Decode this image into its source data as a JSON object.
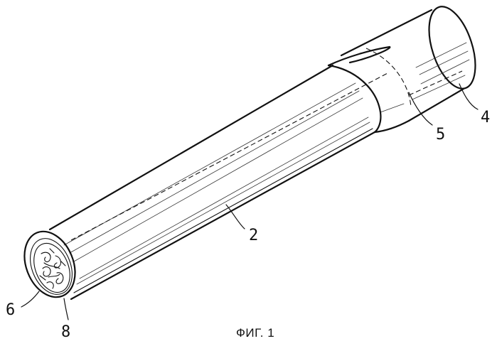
{
  "labels": {
    "ref_2": "2",
    "ref_4": "4",
    "ref_5": "5",
    "ref_6": "6",
    "ref_8": "8"
  },
  "caption": "ФИГ. 1"
}
